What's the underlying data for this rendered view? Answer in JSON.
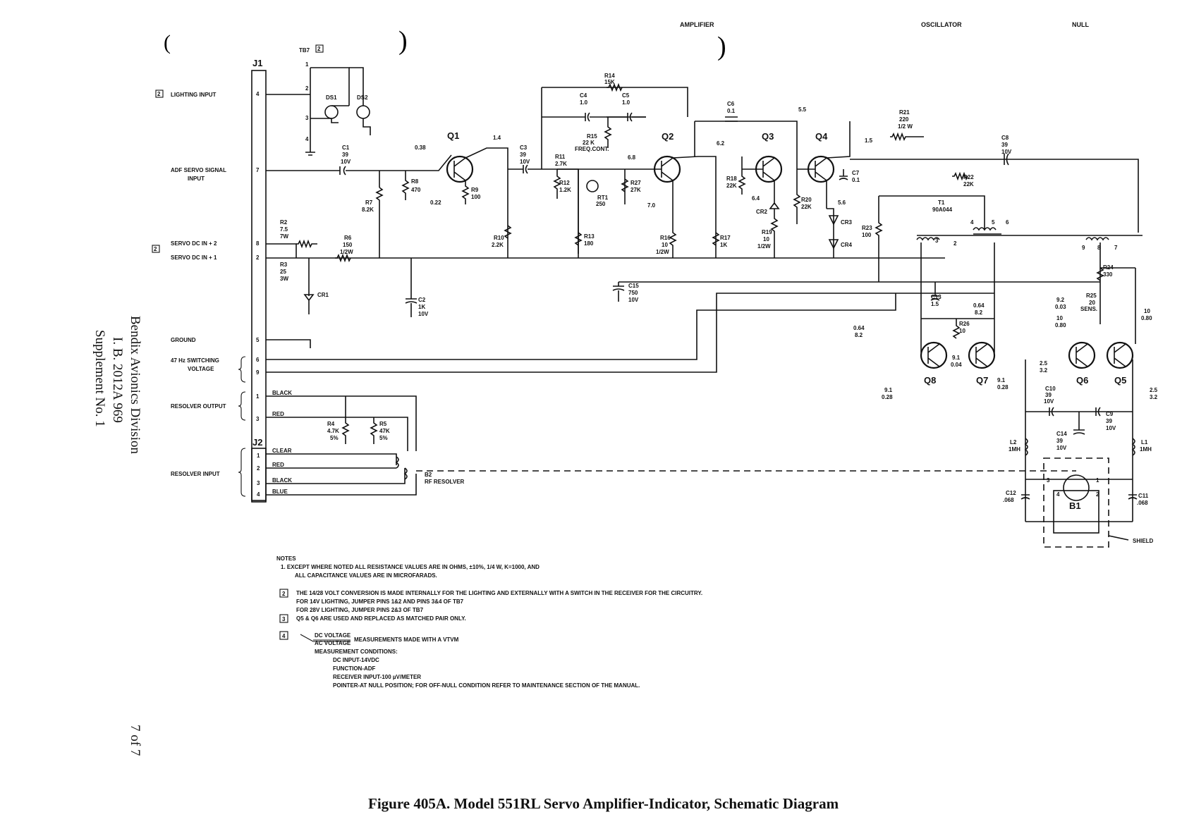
{
  "header": {
    "left": "AMPLIFIER",
    "middle": "OSCILLATOR",
    "right": "NULL"
  },
  "side_text": {
    "line1": "Bendix Avionics Division",
    "line2": "I. B. 2012A 969",
    "line3": "Supplement No. 1",
    "page": "7 of 7"
  },
  "caption": "Figure 405A.   Model 551RL Servo Amplifier-Indicator, Schematic Diagram",
  "connectors": {
    "j1": "J1",
    "j2": "J2",
    "tb7": "TB7",
    "j1_pins": [
      "4",
      "7",
      "8",
      "2",
      "5",
      "6",
      "9",
      "1",
      "3"
    ],
    "j2_pins": [
      "1",
      "2",
      "3",
      "4"
    ],
    "tb7_pins": [
      "1",
      "2",
      "3",
      "4"
    ]
  },
  "inputs": {
    "lighting": "LIGHTING INPUT",
    "adf": "ADF SERVO SIGNAL",
    "adf2": "INPUT",
    "servo2": "SERVO DC IN + 2",
    "servo1": "SERVO DC IN + 1",
    "ground": "GROUND",
    "switching": "47 Hz SWITCHING",
    "switching2": "VOLTAGE",
    "resolver_out": "RESOLVER OUTPUT",
    "resolver_in": "RESOLVER INPUT"
  },
  "wire_colors": {
    "black": "BLACK",
    "red": "RED",
    "clear": "CLEAR",
    "red2": "RED",
    "black2": "BLACK",
    "blue": "BLUE"
  },
  "components": {
    "ds1": "DS1",
    "ds2": "DS2",
    "c1": [
      "C1",
      "39",
      "10V"
    ],
    "r2": [
      "R2",
      "7.5",
      "7W"
    ],
    "r3": [
      "R3",
      "25",
      "3W"
    ],
    "cr1": "CR1",
    "r6": [
      "R6",
      "150",
      "1/2W"
    ],
    "r7": [
      "R7",
      "8.2K"
    ],
    "r8": [
      "R8",
      "470"
    ],
    "c2": [
      "C2",
      "1K",
      "10V"
    ],
    "q1": "Q1",
    "r9": [
      "R9",
      "100"
    ],
    "r10": [
      "R10",
      "2.2K"
    ],
    "c3": [
      "C3",
      "39",
      "10V"
    ],
    "r11": [
      "R11",
      "2.7K"
    ],
    "r12": [
      "R12",
      "1.2K"
    ],
    "r13": [
      "R13",
      "180"
    ],
    "rt1": [
      "RT1",
      "250"
    ],
    "r27": [
      "R27",
      "27K"
    ],
    "r14": [
      "R14",
      "15K"
    ],
    "c4": [
      "C4",
      "1.0"
    ],
    "c5": [
      "C5",
      "1.0"
    ],
    "r15": [
      "R15",
      "22 K",
      "FREQ.CONT."
    ],
    "q2": "Q2",
    "r16": [
      "R16",
      "10",
      "1/2W"
    ],
    "r17": [
      "R17",
      "1K"
    ],
    "c6": [
      "C6",
      "0.1"
    ],
    "q3": "Q3",
    "r18": [
      "R18",
      "22K"
    ],
    "cr2": "CR2",
    "r19": [
      "R19",
      "10",
      "1/2W"
    ],
    "r20": [
      "R20",
      "22K"
    ],
    "q4": "Q4",
    "c7": [
      "C7",
      "0.1"
    ],
    "cr3": "CR3",
    "cr4": "CR4",
    "r21": [
      "R21",
      "220",
      "1/2 W"
    ],
    "c8": [
      "C8",
      "39",
      "10V"
    ],
    "r22": [
      "R22",
      "22K"
    ],
    "t1": [
      "T1",
      "90A044"
    ],
    "r23": [
      "R23",
      "100"
    ],
    "c15": [
      "C15",
      "750",
      "10V"
    ],
    "c13": [
      "C13",
      "1.5"
    ],
    "r26": [
      "R26",
      "10"
    ],
    "q8": "Q8",
    "q7": "Q7",
    "r24": [
      "R24",
      "330"
    ],
    "r25": [
      "R25",
      "20",
      "SENS."
    ],
    "q6": "Q6",
    "q5": "Q5",
    "c10": [
      "C10",
      "39",
      "10V"
    ],
    "c9": [
      "C9",
      "39",
      "10V"
    ],
    "c14": [
      "C14",
      "39",
      "10V"
    ],
    "l1": [
      "L1",
      "1MH"
    ],
    "l2": [
      "L2",
      "1MH"
    ],
    "c11": [
      "C11",
      ".068"
    ],
    "c12": [
      "C12",
      ".068"
    ],
    "b1": "B1",
    "shield": "SHIELD",
    "r4": [
      "R4",
      "4.7K",
      "5%"
    ],
    "r5": [
      "R5",
      "47K",
      "5%"
    ],
    "b2": [
      "B2",
      "RF RESOLVER"
    ]
  },
  "measurements": {
    "q1_in": "0.38",
    "q1_out": "1.4",
    "q1_e": "0.22",
    "q2_b": "6.8",
    "q2_c": "6.2",
    "q2_e": "7.0",
    "q3_e": "6.4",
    "q4_c": "1.5",
    "q4_e": "5.6",
    "top": "5.5",
    "m_064a": [
      "0.64",
      "8.2"
    ],
    "m_064b": [
      "0.64",
      "8.2"
    ],
    "m_91a": [
      "9.1",
      "0.04"
    ],
    "m_91b": [
      "9.1",
      "0.28"
    ],
    "m_91c": [
      "9.1",
      "0.28"
    ],
    "m_92": [
      "9.2",
      "0.03"
    ],
    "m_10a": [
      "10",
      "0.80"
    ],
    "m_10b": [
      "10",
      "0.80"
    ],
    "m_25a": [
      "2.5",
      "3.2"
    ],
    "m_25b": [
      "2.5",
      "3.2"
    ]
  },
  "pin_nums": {
    "t1": [
      "4",
      "5",
      "6"
    ],
    "t1b": [
      "3",
      "2"
    ],
    "t1c": [
      "9",
      "8",
      "7"
    ],
    "b1": [
      "1",
      "2",
      "3",
      "4"
    ]
  },
  "notes": {
    "title": "NOTES",
    "n1a": "1.  EXCEPT WHERE NOTED ALL RESISTANCE VALUES ARE IN OHMS, ±10%, 1/4 W, K=1000, AND",
    "n1b": "ALL CAPACITANCE VALUES ARE IN MICROFARADS.",
    "n2a": "THE 14/28 VOLT CONVERSION IS MADE INTERNALLY FOR THE LIGHTING AND EXTERNALLY WITH A SWITCH IN THE RECEIVER FOR THE CIRCUITRY.",
    "n2b": "FOR 14V LIGHTING, JUMPER PINS 1&2 AND PINS 3&4 OF TB7",
    "n2c": "FOR 28V LIGHTING, JUMPER PINS 2&3 OF TB7",
    "n3": "Q5 & Q6 ARE USED AND REPLACED AS MATCHED PAIR ONLY.",
    "n4a": "DC VOLTAGE",
    "n4b": "AC VOLTAGE",
    "n4c": "MEASUREMENTS MADE WITH A VTVM",
    "n4d": "MEASUREMENT CONDITIONS:",
    "n4e": "DC INPUT-14VDC",
    "n4f": "FUNCTION-ADF",
    "n4g": "RECEIVER INPUT-100 µV/METER",
    "n4h": "POINTER-AT NULL POSITION; FOR OFF-NULL CONDITION REFER TO MAINTENANCE SECTION OF THE MANUAL.",
    "tags": [
      "2",
      "2",
      "3",
      "4"
    ]
  }
}
